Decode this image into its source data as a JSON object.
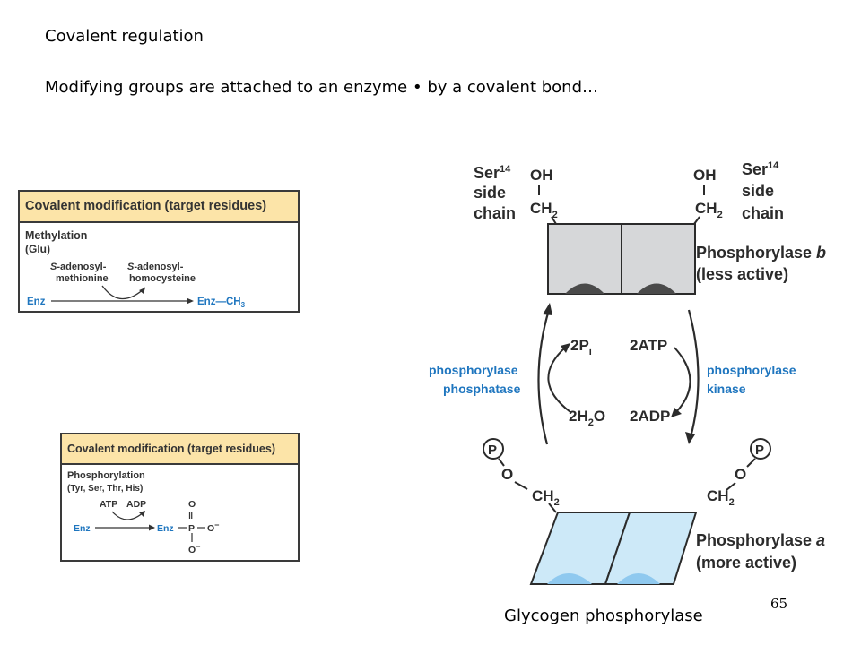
{
  "slide": {
    "title": "Covalent regulation",
    "subtitle": "Modifying groups are attached to an enzyme • by a covalent bond…",
    "caption": "Glycogen phosphorylase",
    "page_number": "65"
  },
  "methylation_box": {
    "header": "Covalent modification (target residues)",
    "type": "Methylation",
    "residue": "(Glu)",
    "s_prefix": "S",
    "donor_line1": "-adenosyl-",
    "donor_line2": "methionine",
    "product_line1": "-adenosyl-",
    "product_line2": "homocysteine",
    "enz_in": "Enz",
    "enz_out": "Enz—CH",
    "enz_out_sub": "3"
  },
  "phosphorylation_box": {
    "header": "Covalent modification (target residues)",
    "type": "Phosphorylation",
    "residues": "(Tyr, Ser, Thr, His)",
    "atp": "ATP",
    "adp": "ADP",
    "enz_in": "Enz",
    "enz_out": "Enz",
    "o_top": "O",
    "double_bond": "‖",
    "p": "P",
    "o_right": "O",
    "o_bottom": "O",
    "minus": "−"
  },
  "diagram": {
    "ser_label_line1": "Ser",
    "ser_superscript": "14",
    "ser_label_line2": "side",
    "ser_label_line3": "chain",
    "oh": "OH",
    "ch2": "CH",
    "ch2_sub": "2",
    "phosphorylase_b_line1": "Phosphorylase ",
    "phosphorylase_b_italic": "b",
    "phosphorylase_b_line2": "(less active)",
    "phosphorylase_a_line1": "Phosphorylase ",
    "phosphorylase_a_italic": "a",
    "phosphorylase_a_line2": "(more active)",
    "phosphatase_line1": "phosphorylase",
    "phosphatase_line2": "phosphatase",
    "kinase_line1": "phosphorylase",
    "kinase_line2": "kinase",
    "pi": "2P",
    "pi_sub": "i",
    "atp": "2ATP",
    "h2o": "2H",
    "h2o_sub": "2",
    "h2o_o": "O",
    "adp": "2ADP",
    "p_circle": "P",
    "o": "O",
    "colors": {
      "enzyme_blue": "#1f76bf",
      "inactive_gray": "#d6d7d9",
      "active_blue": "#cde9f8",
      "dome_gray": "#4a4a4a",
      "dome_blue": "#8fc9ef"
    }
  }
}
